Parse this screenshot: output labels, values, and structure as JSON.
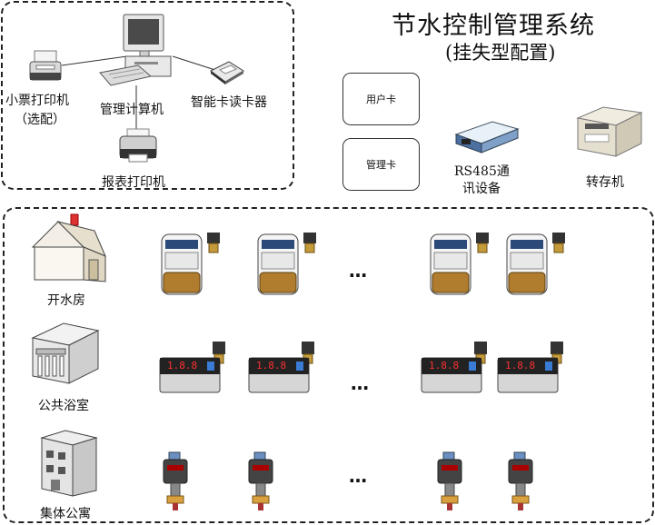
{
  "title": "节水控制管理系统",
  "subtitle": "(挂失型配置)",
  "top_panel": {
    "receipt_printer": "小票打印机",
    "receipt_printer_note": "（选配）",
    "computer": "管理计算机",
    "card_reader": "智能卡读卡器",
    "report_printer": "报表打印机"
  },
  "cards": {
    "user_card": "用户卡",
    "admin_card": "管理卡"
  },
  "rs485_line1": "RS485通",
  "rs485_line2": "讯设备",
  "transfer_machine": "转存机",
  "rows": [
    {
      "label": "开水房"
    },
    {
      "label": "公共浴室"
    },
    {
      "label": "集体公寓"
    }
  ],
  "ellipsis": "…",
  "meter_display": "1.8.8"
}
